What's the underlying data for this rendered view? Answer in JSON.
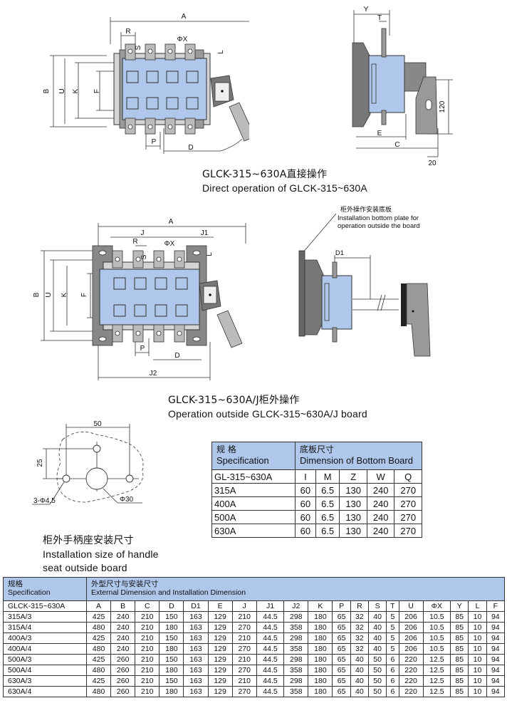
{
  "diagram1": {
    "labels": {
      "A": "A",
      "B": "B",
      "U": "U",
      "K": "K",
      "F": "F",
      "R": "R",
      "S": "S",
      "phiX": "ΦX",
      "L": "L",
      "P": "P",
      "D": "D"
    },
    "caption_cn": "GLCK-315~630A直接操作",
    "caption_en": "Direct operation of GLCK-315~630A"
  },
  "diagram2": {
    "labels": {
      "Y": "Y",
      "T": "T",
      "E": "E",
      "C": "C",
      "dim120": "120",
      "dim20": "20"
    }
  },
  "diagram3": {
    "labels": {
      "A": "A",
      "B": "B",
      "U": "U",
      "K": "K",
      "F": "F",
      "J": "J",
      "J1": "J1",
      "J2": "J2",
      "R": "R",
      "S": "S",
      "phiX": "ΦX",
      "L": "L",
      "P": "P",
      "D": "D"
    },
    "caption_cn": "GLCK-315~630A/J柜外操作",
    "caption_en": "Operation outside GLCK-315~630A/J board"
  },
  "diagram4": {
    "note_cn": "柜外操作安装底板",
    "note_en1": "Installation bottom plate for",
    "note_en2": "operation outside the board",
    "label_D1": "D1"
  },
  "diagram5": {
    "dim50": "50",
    "dim25": "25",
    "holes": "3-Φ4.5",
    "center": "Φ30",
    "caption_cn": "柜外手柄座安装尺寸",
    "caption_en1": "Installation size of handle",
    "caption_en2": "seat outside board"
  },
  "bottom_plate_table": {
    "spec_cn": "规 格",
    "spec_en": "Specification",
    "dim_cn": "底板尺寸",
    "dim_en": "Dimension of Bottom Board",
    "model": "GL-315~630A",
    "columns": [
      "I",
      "M",
      "Z",
      "W",
      "Q"
    ],
    "rows": [
      {
        "spec": "315A",
        "values": [
          "60",
          "6.5",
          "130",
          "240",
          "270"
        ]
      },
      {
        "spec": "400A",
        "values": [
          "60",
          "6.5",
          "130",
          "240",
          "270"
        ]
      },
      {
        "spec": "500A",
        "values": [
          "60",
          "6.5",
          "130",
          "240",
          "270"
        ]
      },
      {
        "spec": "630A",
        "values": [
          "60",
          "6.5",
          "130",
          "240",
          "270"
        ]
      }
    ]
  },
  "dimension_table": {
    "spec_cn": "规格",
    "spec_en": "Specification",
    "dim_cn": "外型尺寸与安装尺寸",
    "dim_en": "External Dimension and Installation Dimension",
    "model": "GLCK-315~630A",
    "columns": [
      "A",
      "B",
      "C",
      "D",
      "D1",
      "E",
      "J",
      "J1",
      "J2",
      "K",
      "P",
      "R",
      "S",
      "T",
      "U",
      "ΦX",
      "Y",
      "L",
      "F"
    ],
    "rows": [
      {
        "spec": "315A/3",
        "values": [
          "425",
          "240",
          "210",
          "150",
          "163",
          "129",
          "210",
          "44.5",
          "298",
          "180",
          "65",
          "32",
          "40",
          "5",
          "206",
          "10.5",
          "85",
          "10",
          "94"
        ]
      },
      {
        "spec": "315A/4",
        "values": [
          "480",
          "240",
          "210",
          "180",
          "163",
          "129",
          "270",
          "44.5",
          "358",
          "180",
          "65",
          "32",
          "40",
          "5",
          "206",
          "10.5",
          "85",
          "10",
          "94"
        ]
      },
      {
        "spec": "400A/3",
        "values": [
          "425",
          "240",
          "210",
          "150",
          "163",
          "129",
          "210",
          "44.5",
          "298",
          "180",
          "65",
          "32",
          "40",
          "5",
          "206",
          "10.5",
          "85",
          "10",
          "94"
        ]
      },
      {
        "spec": "400A/4",
        "values": [
          "480",
          "240",
          "210",
          "180",
          "163",
          "129",
          "270",
          "44.5",
          "358",
          "180",
          "65",
          "32",
          "40",
          "5",
          "206",
          "10.5",
          "85",
          "10",
          "94"
        ]
      },
      {
        "spec": "500A/3",
        "values": [
          "425",
          "260",
          "210",
          "150",
          "163",
          "129",
          "210",
          "44.5",
          "298",
          "180",
          "65",
          "40",
          "50",
          "6",
          "220",
          "12.5",
          "85",
          "10",
          "94"
        ]
      },
      {
        "spec": "500A/4",
        "values": [
          "480",
          "260",
          "210",
          "180",
          "163",
          "129",
          "270",
          "44.5",
          "358",
          "180",
          "65",
          "40",
          "50",
          "6",
          "220",
          "12.5",
          "85",
          "10",
          "94"
        ]
      },
      {
        "spec": "630A/3",
        "values": [
          "425",
          "260",
          "210",
          "150",
          "163",
          "129",
          "210",
          "44.5",
          "298",
          "180",
          "65",
          "40",
          "50",
          "6",
          "220",
          "12.5",
          "85",
          "10",
          "94"
        ]
      },
      {
        "spec": "630A/4",
        "values": [
          "480",
          "260",
          "210",
          "180",
          "163",
          "129",
          "270",
          "44.5",
          "358",
          "180",
          "65",
          "40",
          "50",
          "6",
          "220",
          "12.5",
          "85",
          "10",
          "94"
        ]
      }
    ]
  }
}
